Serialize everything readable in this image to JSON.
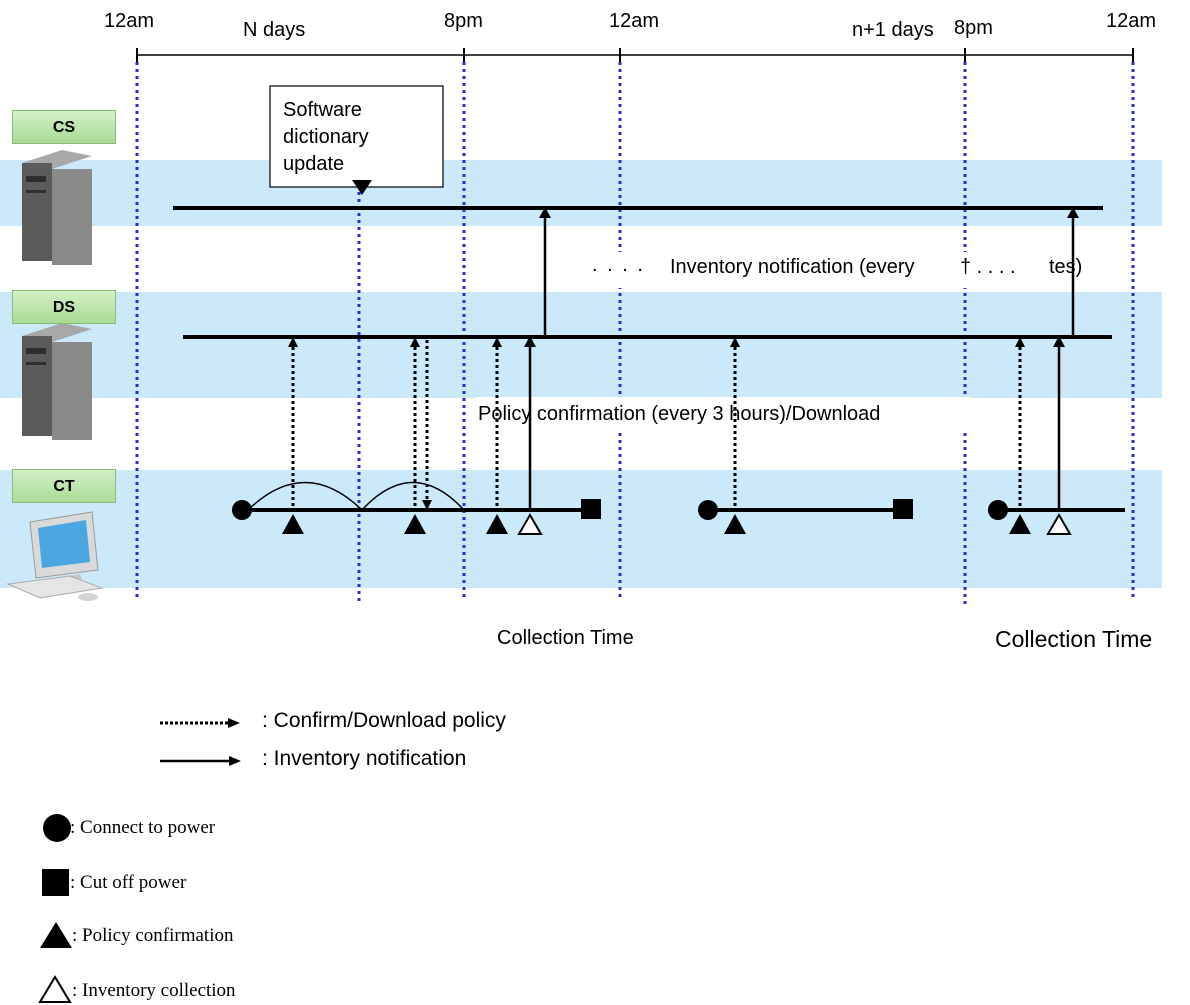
{
  "time_labels": {
    "t0": "12am",
    "n_days": "N days",
    "t1": "8pm",
    "t2": "12am",
    "n1_days": "n+1 days",
    "t3": "8pm",
    "t4": "12am"
  },
  "servers": {
    "cs": "CS",
    "ds": "DS",
    "ct": "CT"
  },
  "annotations": {
    "software_update": [
      "Software",
      "dictionary",
      "update"
    ],
    "inventory_notification": "Inventory notification (every",
    "inventory_fragment_a": "† . . . .",
    "inventory_fragment_b": "tes)",
    "dots": ". . . .",
    "policy_confirmation": "Policy confirmation (every 3 hours)/Download",
    "collection_time_1": "Collection Time",
    "collection_time_2": "Collection Time"
  },
  "legend": {
    "dotted_arrow": ": Confirm/Download policy",
    "solid_arrow": ": Inventory notification",
    "circle": ": Connect to power",
    "square": ": Cut off power",
    "filled_triangle": ": Policy confirmation",
    "open_triangle": ": Inventory collection"
  },
  "colors": {
    "band": "#cce9f9",
    "time_marker": "#2b2bd6",
    "tag_green": "#b5e0a3"
  }
}
